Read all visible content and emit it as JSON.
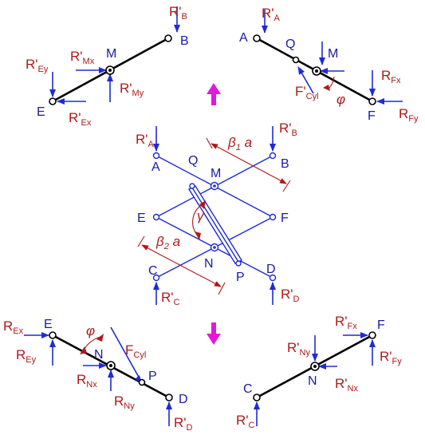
{
  "labels": {
    "pts": {
      "A": "A",
      "B": "B",
      "C": "C",
      "D": "D",
      "E": "E",
      "F": "F",
      "M": "M",
      "N": "N",
      "P": "P",
      "Q": "Q"
    },
    "forces": {
      "RB": "R'",
      "RB_s": "B",
      "RA": "R'",
      "RA_s": "A",
      "REy": "R'",
      "REy_s": "Ey",
      "RMx": "R'",
      "RMx_s": "Mx",
      "RMy": "R'",
      "RMy_s": "My",
      "REx": "R'",
      "REx_s": "Ex",
      "RFx": "R",
      "RFx_s": "Fx",
      "RFy": "R",
      "RFy_s": "Fy",
      "FCyl": "F'",
      "FCyl_s": "Cyl",
      "RpA": "R'",
      "RpA_s": "A",
      "RpB": "R'",
      "RpB_s": "B",
      "RpC": "R'",
      "RpC_s": "C",
      "RpD": "R'",
      "RpD_s": "D",
      "bEx": "R",
      "bEx_s": "Ex",
      "bEy": "R",
      "bEy_s": "Ey",
      "bFCyl": "F",
      "bFCyl_s": "Cyl",
      "bNx": "R",
      "bNx_s": "Nx",
      "bNy": "R",
      "bNy_s": "Ny",
      "bD": "R'",
      "bD_s": "D",
      "rFx": "R'",
      "rFx_s": "Fx",
      "rNy": "R'",
      "rNy_s": "Ny",
      "rFy": "R'",
      "rFy_s": "Fy",
      "rNx": "R'",
      "rNx_s": "Nx",
      "rC": "R'",
      "rC_s": "C"
    },
    "dims": {
      "b1": "β",
      "b1_s": "1",
      "b1_a": " a",
      "b2": "β",
      "b2_s": "2",
      "b2_a": " a",
      "gamma": "γ",
      "phi": "φ"
    }
  },
  "colors": {
    "link": "#000000",
    "mechanism": "#1e2bd6",
    "force": "#1e2bd6",
    "label": "#b01818",
    "point_label": "#1a1aa8",
    "direction_arrow": "#e21ad6"
  },
  "icons": {
    "up": "arrow-up-icon",
    "down": "arrow-down-icon"
  }
}
